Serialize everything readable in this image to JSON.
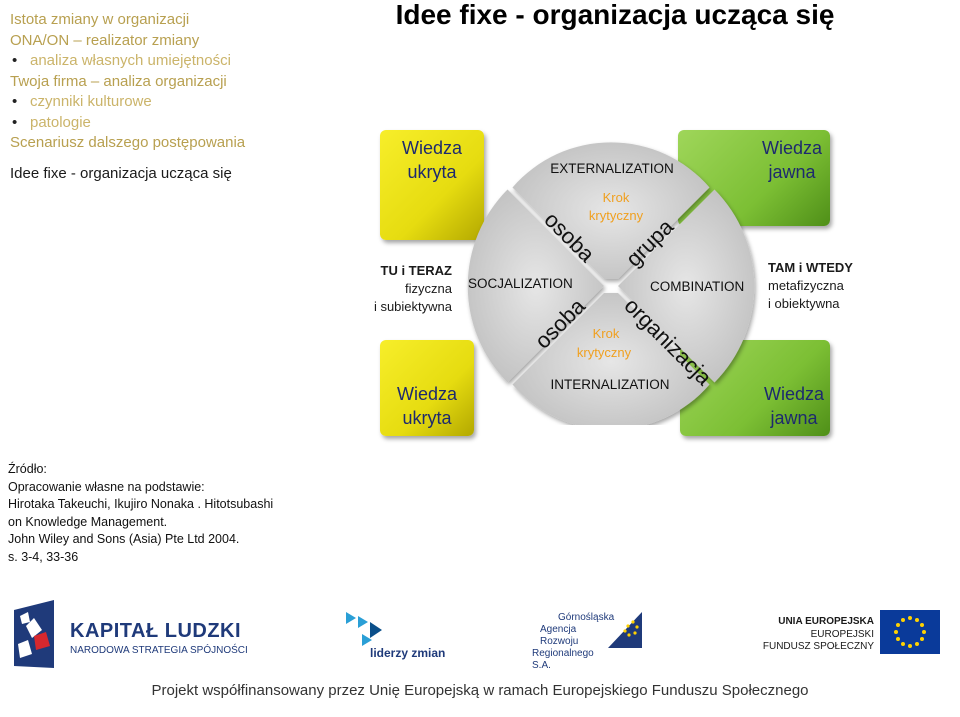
{
  "outline": {
    "h1": "Istota zmiany w organizacji",
    "h2": "ONA/ON – realizator zmiany",
    "b1": "analiza własnych umiejętności",
    "h3": "Twoja firma – analiza organizacji",
    "b2": "czynniki kulturowe",
    "b3": "patologie",
    "h4": "Scenariusz dalszego postępowania",
    "current": "Idee fixe - organizacja ucząca się"
  },
  "title": "Idee fixe - organizacja ucząca się",
  "diagram": {
    "box_tl": [
      "Wiedza",
      "ukryta"
    ],
    "box_bl": [
      "Wiedza",
      "ukryta"
    ],
    "box_tr": [
      "Wiedza",
      "jawna"
    ],
    "box_br": [
      "Wiedza",
      "jawna"
    ],
    "left_text": [
      "TU i TERAZ",
      "fizyczna",
      "i subiektywna"
    ],
    "right_text": [
      "TAM i WTEDY",
      "metafizyczna",
      "i obiektywna"
    ],
    "quadrants": {
      "top": "EXTERNALIZATION",
      "left": "SOCJALIZATION",
      "right": "COMBINATION",
      "bottom": "INTERNALIZATION"
    },
    "krok_top": [
      "Krok",
      "krytyczny"
    ],
    "krok_bottom": [
      "Krok",
      "krytyczny"
    ],
    "words": {
      "upper_left": "osoba",
      "lower_left": "osoba",
      "upper_right": "grupa",
      "lower_right": "organizacja"
    }
  },
  "source": {
    "l1": "Źródło:",
    "l2": "Opracowanie własne na podstawie:",
    "l3": "Hirotaka Takeuchi, Ikujiro Nonaka . Hitotsubashi",
    "l4": "on Knowledge Management.",
    "l5": "John Wiley and Sons  (Asia) Pte Ltd 2004.",
    "l6": "s. 3-4, 33-36"
  },
  "logos": {
    "kl_title": "KAPITAŁ LUDZKI",
    "kl_sub": "NARODOWA STRATEGIA SPÓJNOŚCI",
    "liderzy": "liderzy zmian",
    "garr1": "Górnośląska",
    "garr2": "Agencja Rozwoju",
    "garr3": "Regionalnego S.A.",
    "ue1": "UNIA EUROPEJSKA",
    "ue2": "EUROPEJSKI",
    "ue3": "FUNDUSZ SPOŁECZNY"
  },
  "footer": "Projekt współfinansowany przez Unię Europejską w ramach Europejskiego Funduszu Społecznego",
  "colors": {
    "yellow": "#f2e81e",
    "green": "#84c43c",
    "quad_grey": "#cfcfcf",
    "orange_text": "#f0a020",
    "navy": "#1d2a6e"
  }
}
